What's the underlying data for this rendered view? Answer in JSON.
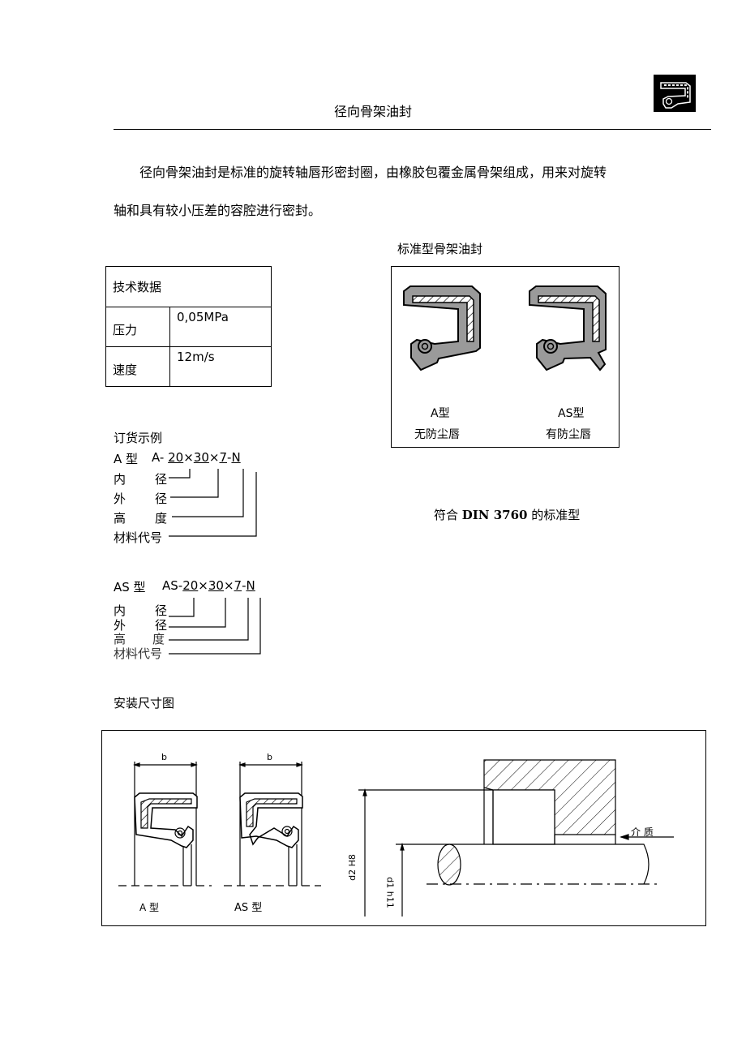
{
  "header": {
    "title": "径向骨架油封",
    "logo_icon": "oil-seal-logo-icon"
  },
  "intro": {
    "line1": "径向骨架油封是标准的旋转轴唇形密封圈，由橡胶包覆金属骨架组成，用来对旋转",
    "line2": "轴和具有较小压差的容腔进行密封。"
  },
  "tech_table": {
    "header": "技术数据",
    "rows": [
      {
        "label": "压力",
        "value": "0,05MPa"
      },
      {
        "label": "速度",
        "value": "12m/s"
      }
    ]
  },
  "standard_figure": {
    "title": "标准型骨架油封",
    "items": [
      {
        "type": "A型",
        "desc": "无防尘唇"
      },
      {
        "type": "AS型",
        "desc": "有防尘唇"
      }
    ],
    "caption_pre": "符合 ",
    "caption_bold": "DIN 3760",
    "caption_post": " 的标准型"
  },
  "order_example": {
    "title": "订货示例",
    "a": {
      "type": "A 型",
      "prefix": "A- ",
      "d1": "20",
      "x1": "×",
      "d2": "30",
      "x2": "×",
      "h": "7",
      "dash": "-",
      "mat": "N"
    },
    "as": {
      "type": "AS 型",
      "prefix": "AS-",
      "d1": "20",
      "x1": "×",
      "d2": "30",
      "x2": "×",
      "h": "7",
      "dash": "-",
      "mat": "N"
    },
    "labels": {
      "inner_a": "内",
      "inner_b": "径",
      "outer_a": "外",
      "outer_b": "径",
      "height_a": "高",
      "height_b": "度",
      "material": "材料代号"
    }
  },
  "install": {
    "title": "安装尺寸图",
    "dim_b": "b",
    "label_a": "A 型",
    "label_as": "AS 型",
    "d2": "d2 H8",
    "d1": "d1 h11",
    "medium": "介 质"
  }
}
